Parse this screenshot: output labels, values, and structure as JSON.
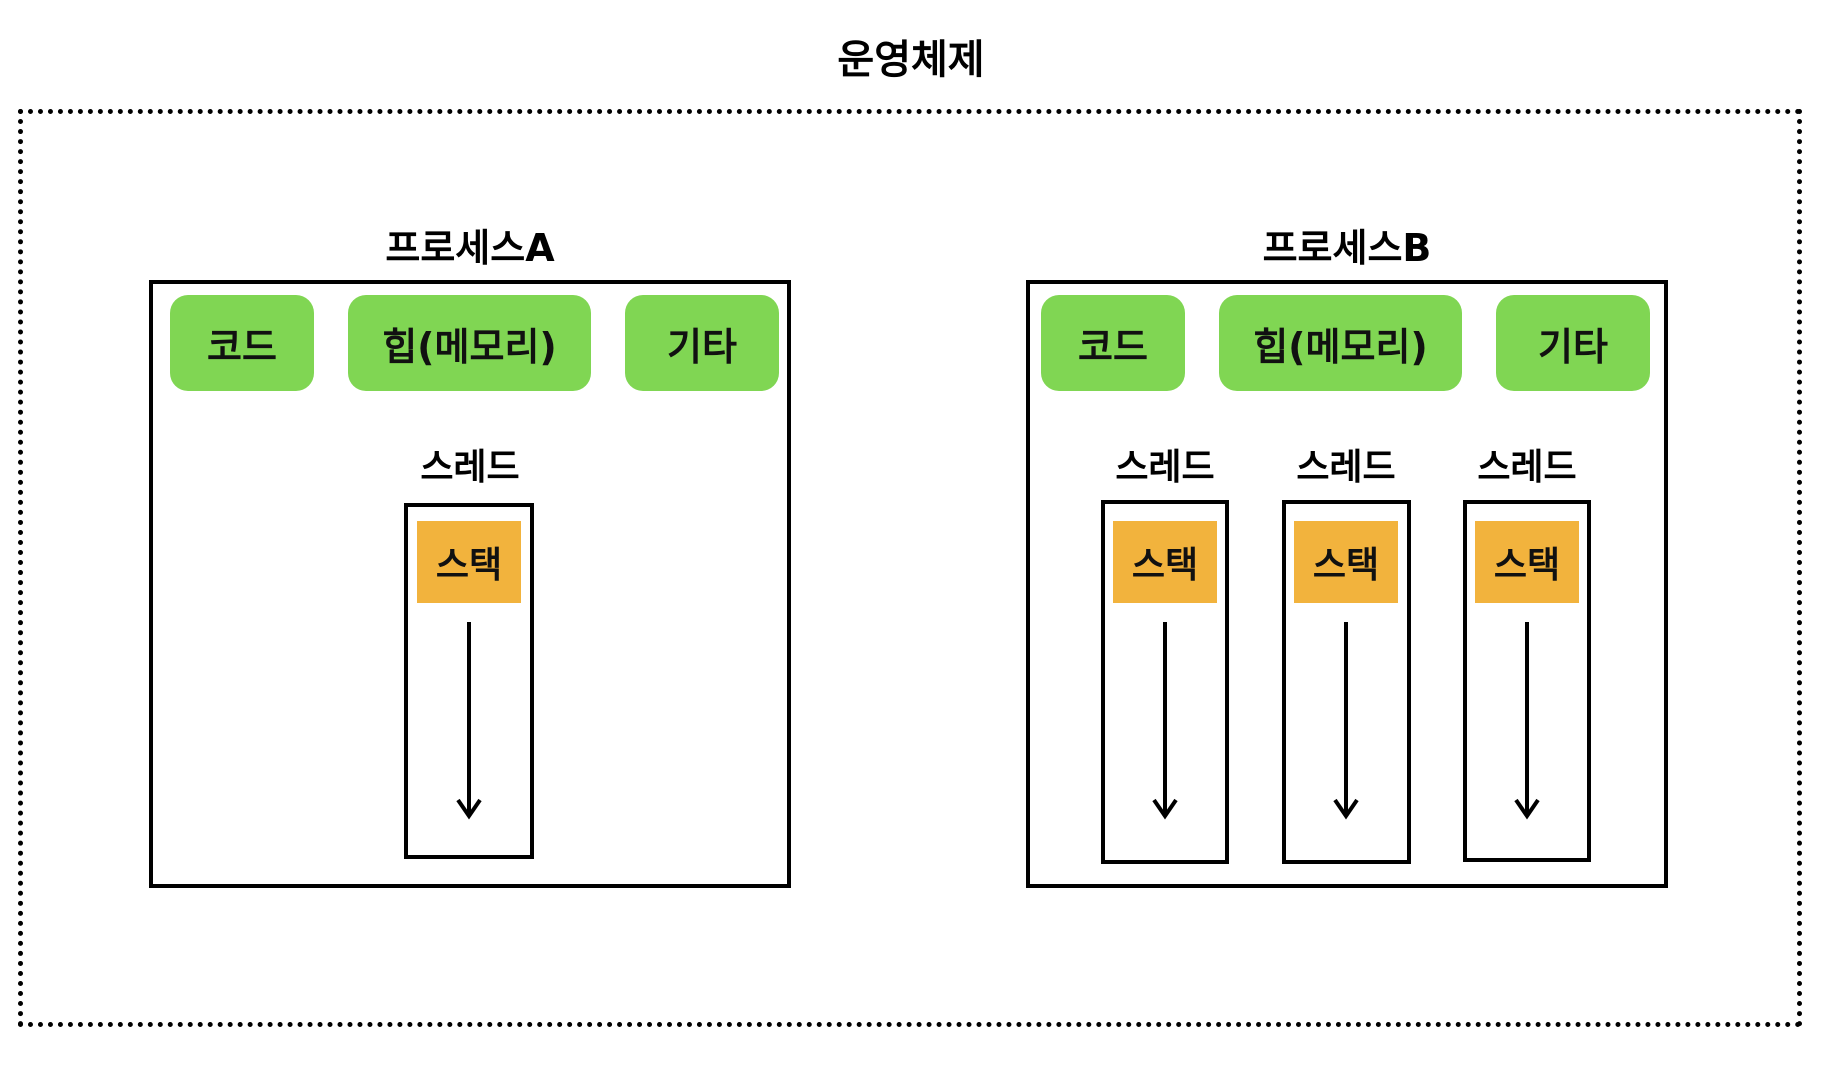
{
  "os_title": "운영체제",
  "colors": {
    "segment": "#80d653",
    "stack": "#f2b33d",
    "line": "#000000"
  },
  "process_a": {
    "title": "프로세스A",
    "segments": [
      "코드",
      "힙(메모리)",
      "기타"
    ],
    "threads": [
      {
        "label": "스레드",
        "stack": "스택"
      }
    ]
  },
  "process_b": {
    "title": "프로세스B",
    "segments": [
      "코드",
      "힙(메모리)",
      "기타"
    ],
    "threads": [
      {
        "label": "스레드",
        "stack": "스택"
      },
      {
        "label": "스레드",
        "stack": "스택"
      },
      {
        "label": "스레드",
        "stack": "스택"
      }
    ]
  }
}
